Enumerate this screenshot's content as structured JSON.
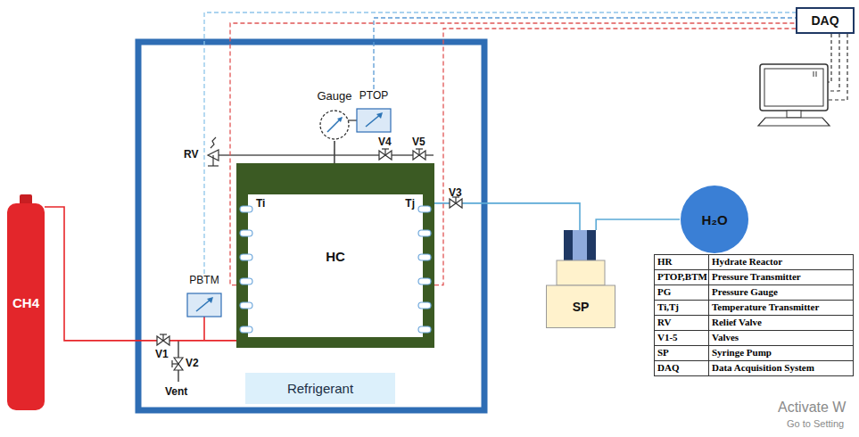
{
  "diagram": {
    "nodes": [
      {
        "text": [
          "DAQ"
        ]
      },
      {
        "text": [
          "CH4"
        ]
      },
      {
        "text": [
          "Gauge"
        ]
      },
      {
        "text": [
          "PTOP"
        ]
      },
      {
        "text": [
          "Ti",
          "HC",
          "Tj"
        ]
      },
      {
        "text": [
          "PBTM"
        ]
      },
      {
        "text": [
          "Refrigerant"
        ]
      },
      {
        "text": [
          "H₂O"
        ]
      },
      {
        "text": [
          "SP"
        ]
      }
    ],
    "edges": [
      {
        "from": 1,
        "to": 4,
        "arrow": "none"
      },
      {
        "from": 2,
        "to": 4,
        "arrow": "none"
      },
      {
        "from": 4,
        "to": 8,
        "arrow": "none"
      },
      {
        "from": 7,
        "to": 8,
        "arrow": "none"
      },
      {
        "from": 5,
        "to": 0,
        "arrow": "none"
      },
      {
        "from": 3,
        "to": 0,
        "arrow": "none"
      },
      {
        "from": 4,
        "to": 0,
        "arrow": "none"
      },
      {
        "from": 4,
        "to": 0,
        "arrow": "none"
      }
    ],
    "labels": [
      "RV",
      "V1",
      "V2",
      "V3",
      "V4",
      "V5",
      "Vent",
      "HR",
      "Hydrate Reactor",
      "PTOP,BTM",
      "Pressure Transmitter",
      "PG",
      "Pressure Gauge",
      "Ti,Tj",
      "Temperature Transmitter",
      "RV",
      "Relief Valve",
      "V1-5",
      "Valves",
      "SP",
      "Syringe Pump",
      "DAQ",
      "Data Acquisition System",
      "Activate W",
      "Go to Setting"
    ]
  }
}
